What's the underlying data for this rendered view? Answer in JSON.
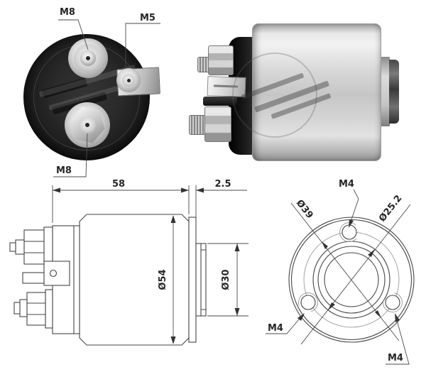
{
  "front_view": {
    "label_top_terminal": "M8",
    "label_side_terminal": "M5",
    "label_bottom_terminal": "M8"
  },
  "side_drawing": {
    "dim_length": "58",
    "dim_rear_plate": "2.5",
    "dim_body_diameter": "Ø54",
    "dim_boss_diameter": "Ø30"
  },
  "rear_drawing": {
    "dim_bolt_circle": "Ø39",
    "dim_bore": "Ø25.2",
    "hole_top": "M4",
    "hole_lower_left": "M4",
    "hole_lower_right": "M4"
  },
  "colors": {
    "line": "#454545",
    "text": "#262626",
    "photo_black": "#1a1a1a",
    "metal_light": "#f2f2f2",
    "metal_mid": "#cfcfcf",
    "background": "#ffffff"
  }
}
